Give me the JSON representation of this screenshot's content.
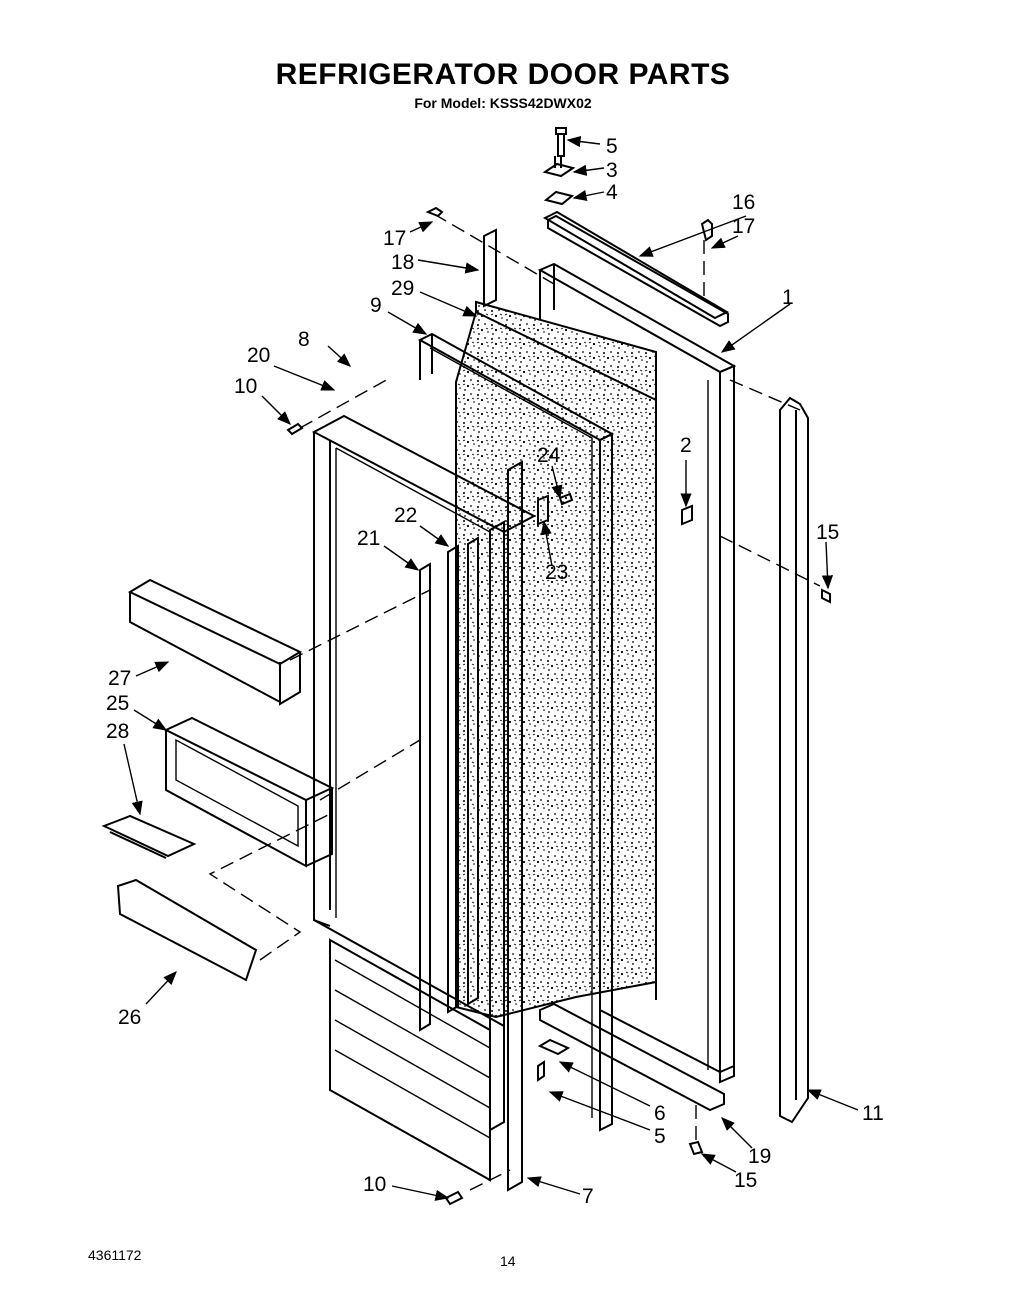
{
  "title": "REFRIGERATOR DOOR PARTS",
  "subtitle": "For Model: KSSS42DWX02",
  "doc_number": "4361172",
  "page_number": "14",
  "callouts": [
    "5",
    "3",
    "4",
    "16",
    "17",
    "1",
    "17",
    "18",
    "29",
    "9",
    "8",
    "20",
    "10",
    "2",
    "24",
    "15",
    "22",
    "21",
    "23",
    "27",
    "25",
    "28",
    "26",
    "6",
    "5",
    "11",
    "19",
    "15",
    "10",
    "7"
  ]
}
